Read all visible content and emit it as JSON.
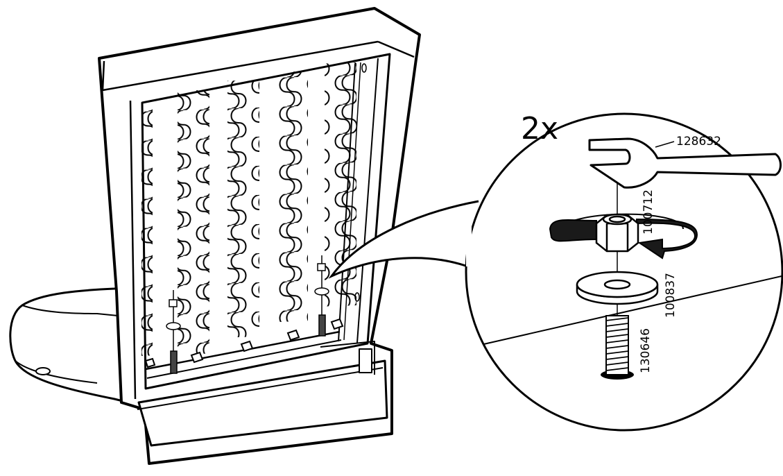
{
  "instruction": {
    "quantity": "2x"
  },
  "parts": {
    "wrench": "128632",
    "nut": "100712",
    "washer": "100837",
    "bolt": "130646"
  },
  "rotation": "clockwise",
  "colors": {
    "line": "#000000",
    "fill": "#ffffff",
    "arrow": "#1a1a1a"
  }
}
